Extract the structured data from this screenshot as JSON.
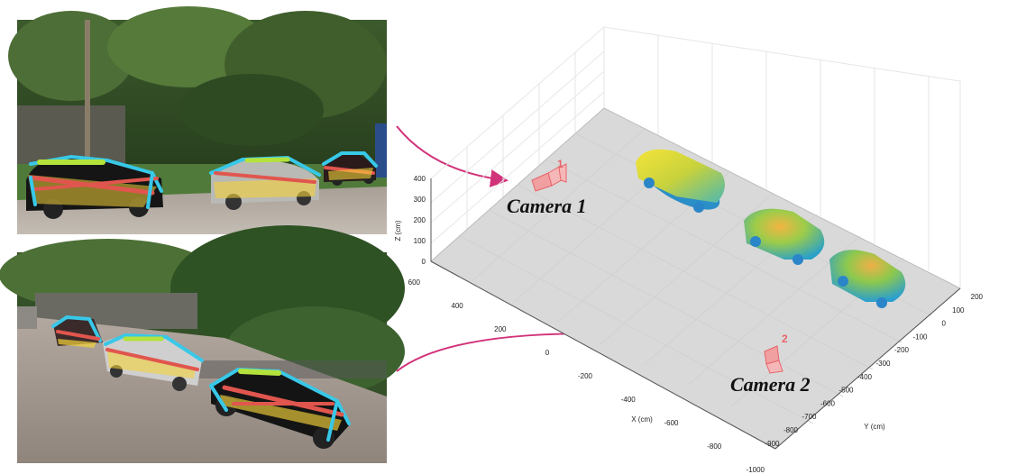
{
  "cameras": [
    {
      "label": "Camera 1",
      "number": "1"
    },
    {
      "label": "Camera 2",
      "number": "2"
    }
  ],
  "axes": {
    "z_label": "Z (cm)",
    "x_label": "X (cm)",
    "y_label": "Y (cm)",
    "z_ticks": [
      "400",
      "300",
      "200",
      "100",
      "0"
    ],
    "x_ticks": [
      "600",
      "400",
      "200",
      "0",
      "-200",
      "-400",
      "-600",
      "-800",
      "-1000"
    ],
    "y_ticks": [
      "200",
      "100",
      "0",
      "-100",
      "-200",
      "-300",
      "-400",
      "-500",
      "-600",
      "-700",
      "-800",
      "-900"
    ]
  },
  "colors": {
    "arrow": "#d2327a",
    "camera": "#e8646a",
    "skeleton_cyan": "#38c8e8",
    "skeleton_red": "#e0564e",
    "skeleton_yellow": "#f3d23a",
    "skeleton_green": "#b4e23c",
    "ground": "#d9d9d9"
  }
}
